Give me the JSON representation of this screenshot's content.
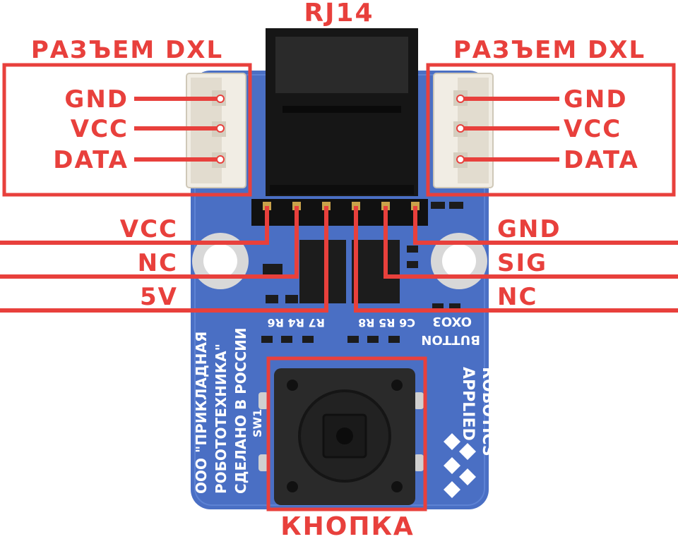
{
  "title": "RJ14",
  "connectors": {
    "left": {
      "title": "РАЗЪЕМ DXL",
      "pins": [
        "GND",
        "VCC",
        "DATA"
      ]
    },
    "right": {
      "title": "РАЗЪЕМ DXL",
      "pins": [
        "GND",
        "VCC",
        "DATA"
      ]
    }
  },
  "header_pins": {
    "left": [
      "VCC",
      "NC",
      "5V"
    ],
    "right": [
      "GND",
      "SIG",
      "NC"
    ]
  },
  "button_label": "КНОПКА",
  "board": {
    "silk_company": "ООО \"ПРИКЛАДНАЯ",
    "silk_robotics": "РОБОТОТЕХНИКА\"",
    "silk_made": "СДЕЛАНО В РОССИИ",
    "silk_resistors_left": "R7  R4  R6",
    "silk_resistors_right": "C6  R5  R8",
    "silk_model": "OXO3",
    "silk_type": "BUTTON",
    "silk_sw": "SW1",
    "brand_line1": "APPLIED",
    "brand_line2": "ROBOTICS"
  },
  "colors": {
    "accent": "#e8403c",
    "pcb": "#4a6fc4",
    "pcb_dark": "#3b5aa8",
    "jack": "#161616"
  }
}
